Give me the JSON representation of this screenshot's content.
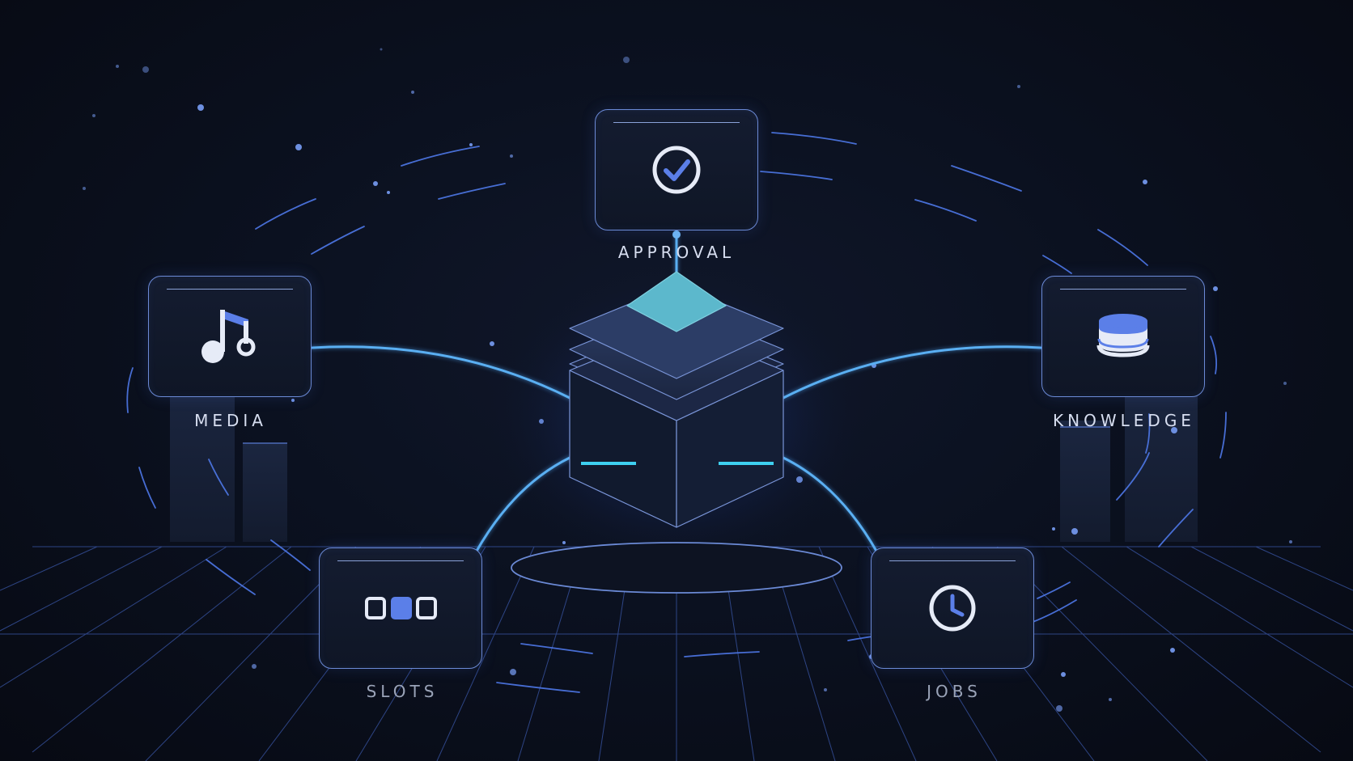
{
  "diagram": {
    "hub": {
      "name": "central-stack"
    },
    "nodes": [
      {
        "id": "approval",
        "label": "APPROVAL",
        "icon": "check-circle-icon"
      },
      {
        "id": "media",
        "label": "MEDIA",
        "icon": "music-note-icon"
      },
      {
        "id": "knowledge",
        "label": "KNOWLEDGE",
        "icon": "database-icon"
      },
      {
        "id": "slots",
        "label": "SLOTS",
        "icon": "slots-icon"
      },
      {
        "id": "jobs",
        "label": "JOBS",
        "icon": "clock-icon"
      }
    ],
    "colors": {
      "accent": "#5b7fe8",
      "connector": "#4fa3f0",
      "cyan": "#3ed0f0",
      "teal_top": "#5cb8cc",
      "frame": "#6b8ad6",
      "background": "#0b1120"
    }
  }
}
